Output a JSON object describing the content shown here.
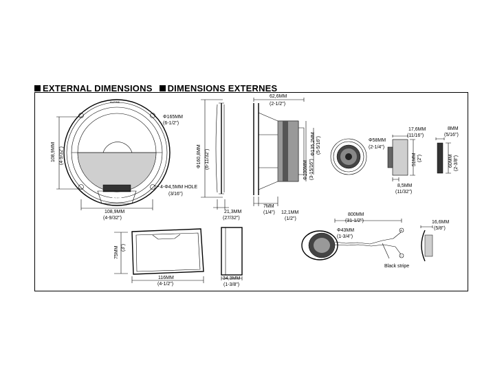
{
  "heading": {
    "en": "EXTERNAL DIMENSIONS",
    "fr": "DIMENSIONS EXTERNES"
  },
  "woofer_front": {
    "brand": "ALPINE",
    "brand_small": "ALPINE",
    "outer_dia": "Φ165MM",
    "outer_dia_in": "(6-1/2\")",
    "height": "108,9MM",
    "height_in": "(4-9/32\")",
    "width": "108,9MM",
    "width_in": "(4-9/32\")",
    "hole": "4-Φ4,5MM HOLE",
    "hole_in": "(3/16\")"
  },
  "woofer_side": {
    "dia": "Φ160,8MM",
    "dia_in": "(6-11/32\")",
    "depth": "21,3MM",
    "depth_in": "(27/32\")"
  },
  "woofer_profile": {
    "depth": "62,6MM",
    "depth_in": "(2-1/2\")",
    "d1": "Φ135,2MM",
    "d1_in": "(5-5/16\")",
    "d2": "Φ100MM",
    "d2_in": "(3-15/16\")",
    "lip": "7MM",
    "lip_in": "(1/4\")",
    "mount": "12,1MM",
    "mount_in": "(1/2\")"
  },
  "tweeter": {
    "dia": "Φ58MM",
    "dia_in": "(2-1/4\")",
    "depth": "17,6MM",
    "depth_in": "(11/16\")",
    "height": "51MM",
    "height_in": "(2\")",
    "base": "8,5MM",
    "base_in": "(11/32\")"
  },
  "tweeter_mount": {
    "depth": "8MM",
    "depth_in": "(5/16\")",
    "height": "60MM",
    "height_in": "(2-3/8\")"
  },
  "crossover_front": {
    "height": "75MM",
    "height_in": "(3\")",
    "width": "116MM",
    "width_in": "(4-1/2\")"
  },
  "crossover_side": {
    "depth": "34,3MM",
    "depth_in": "(1-3/8\")"
  },
  "flush_tweeter": {
    "cable": "800MM",
    "cable_in": "(31-1/2\")",
    "dia": "Φ43MM",
    "dia_in": "(1-3/4\")",
    "stripe": "Black stripe",
    "plus": "+",
    "minus": "−"
  },
  "flush_side": {
    "depth": "16,6MM",
    "depth_in": "(5/8\")"
  }
}
